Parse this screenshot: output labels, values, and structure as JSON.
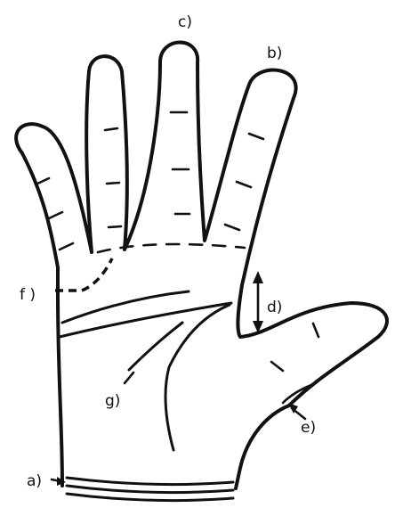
{
  "labels": {
    "a": "a)",
    "b": "b)",
    "c": "c)",
    "d": "d)",
    "e": "e)",
    "f": "f )",
    "g": "g)"
  },
  "colors": {
    "ink": "#111111",
    "background": "#ffffff"
  }
}
